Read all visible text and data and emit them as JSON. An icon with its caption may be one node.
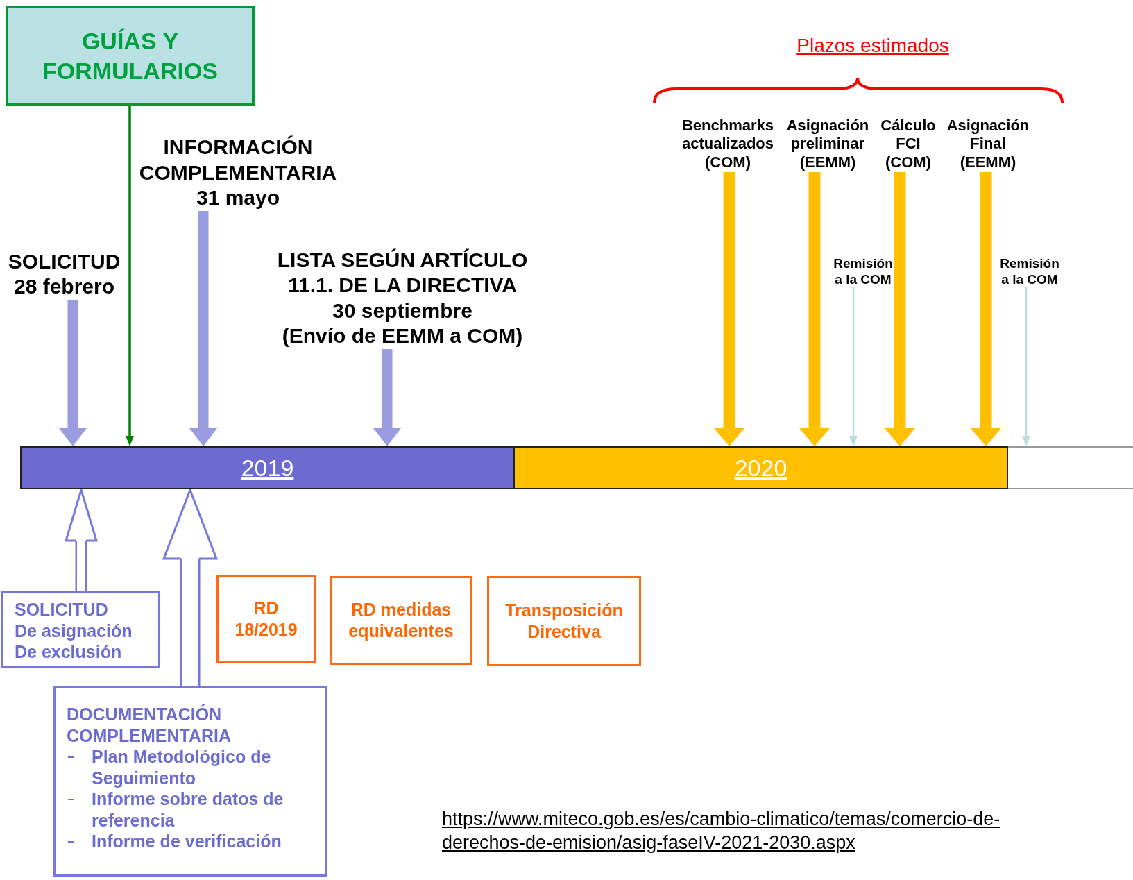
{
  "diagram": {
    "nodes": [
      {
        "text": [
          "GUÍAS Y FORMULARIOS"
        ]
      },
      {
        "text": [
          "2019"
        ]
      },
      {
        "text": [
          "2020"
        ]
      },
      {
        "text": [],
        "shape": "bar"
      },
      {
        "text": [
          "SOLICITUD",
          "28 febrero"
        ]
      },
      {
        "text": [
          "INFORMACIÓN COMPLEMENTARIA",
          "31 mayo"
        ]
      },
      {
        "text": [
          "LISTA SEGÚN ARTÍCULO 11.1. DE LA DIRECTIVA",
          "30 septiembre",
          "(Envío de EEMM a COM)"
        ]
      },
      {
        "text": [
          "Benchmarks actualizados (COM)"
        ]
      },
      {
        "text": [
          "Asignación preliminar (EEMM)"
        ]
      },
      {
        "text": [
          "Cálculo FCI (COM)"
        ]
      },
      {
        "text": [
          "Asignación Final (EEMM)"
        ]
      },
      {
        "text": [
          "Remisión a la COM"
        ]
      },
      {
        "text": [
          "Remisión a la COM"
        ]
      },
      {
        "text": [
          "SOLICITUD",
          "De asignación",
          "De exclusión"
        ]
      },
      {
        "text": [
          "DOCUMENTACIÓN COMPLEMENTARIA",
          "Plan Metodológico de Seguimiento",
          "Informe sobre datos de referencia",
          "Informe de verificación"
        ]
      },
      {
        "text": [
          "RD 18/2019"
        ]
      },
      {
        "text": [
          "RD medidas equivalentes"
        ]
      },
      {
        "text": [
          "Transposición Directiva"
        ]
      }
    ],
    "edges": [
      {
        "from": 0,
        "to": 1,
        "arrow": "to",
        "color": "#008000"
      },
      {
        "from": 4,
        "to": 1,
        "arrow": "to",
        "color": "#9b9be0"
      },
      {
        "from": 5,
        "to": 1,
        "arrow": "to",
        "color": "#9b9be0"
      },
      {
        "from": 6,
        "to": 1,
        "arrow": "to",
        "color": "#9b9be0"
      },
      {
        "from": 7,
        "to": 2,
        "arrow": "to",
        "color": "#ffc000"
      },
      {
        "from": 8,
        "to": 2,
        "arrow": "to",
        "color": "#ffc000"
      },
      {
        "from": 9,
        "to": 2,
        "arrow": "to",
        "color": "#ffc000"
      },
      {
        "from": 10,
        "to": 2,
        "arrow": "to",
        "color": "#ffc000"
      },
      {
        "from": 11,
        "to": 2,
        "arrow": "to",
        "color": "#b7dde0"
      },
      {
        "from": 12,
        "to": 2,
        "arrow": "to",
        "color": "#b7dde0"
      },
      {
        "from": 13,
        "to": 1,
        "arrow": "to",
        "color": "#7777dd"
      },
      {
        "from": 14,
        "to": 1,
        "arrow": "to",
        "color": "#7777dd"
      }
    ],
    "labels": [
      "Plazos estimados",
      "https://www.miteco.gob.es/es/cambio-climatico/temas/comercio-de-derechos-de-emision/asig-faseIV-2021-2030.aspx"
    ]
  }
}
